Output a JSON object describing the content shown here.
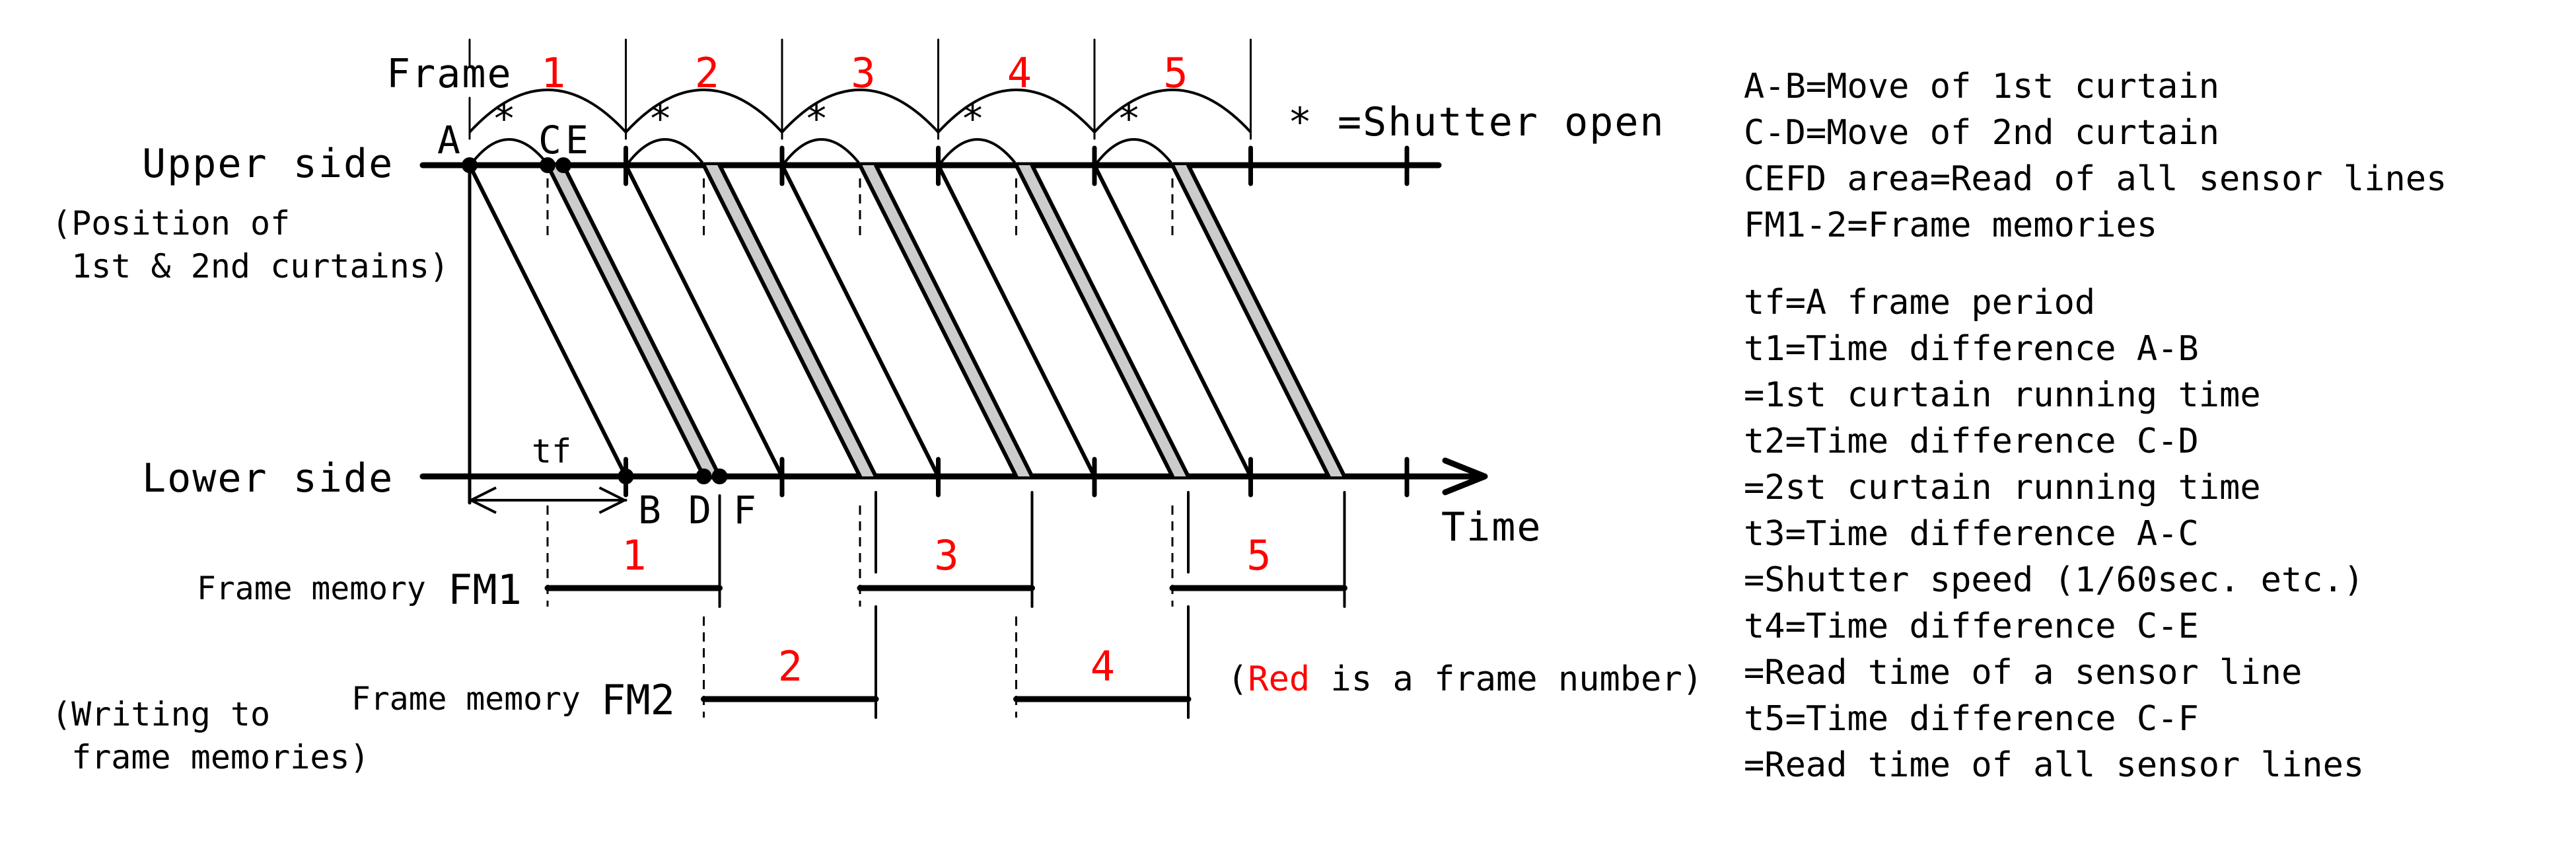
{
  "title_labels": {
    "frame": "Frame",
    "upper_side": "Upper side",
    "lower_side": "Lower side",
    "position_note_line1": "(Position of",
    "position_note_line2": " 1st & 2nd curtains)",
    "writing_note_line1": "(Writing to",
    "writing_note_line2": " frame memories)",
    "time_axis": "Time",
    "tf_label": "tf"
  },
  "frames": [
    "1",
    "2",
    "3",
    "4",
    "5"
  ],
  "shutter_mark": "*",
  "shutter_legend": {
    "symbol": "*",
    "text": "=Shutter open"
  },
  "points": {
    "A": "A",
    "B": "B",
    "C": "C",
    "D": "D",
    "E": "E",
    "F": "F"
  },
  "frame_memories": [
    {
      "prefix": "Frame memory",
      "name": "FM1",
      "frames": [
        "1",
        "3",
        "5"
      ]
    },
    {
      "prefix": "Frame memory",
      "name": "FM2",
      "frames": [
        "2",
        "4"
      ]
    }
  ],
  "red_note": {
    "open": "(",
    "red": "Red",
    "rest": " is a frame number)"
  },
  "legend_top": [
    "A-B=Move of 1st curtain",
    "C-D=Move of 2nd curtain",
    "CEFD area=Read of all sensor lines",
    "FM1-2=Frame memories"
  ],
  "legend_bottom": [
    "tf=A frame period",
    "t1=Time difference A-B",
    "  =1st curtain running time",
    "t2=Time difference C-D",
    "  =2st curtain running time",
    "t3=Time difference A-C",
    "  =Shutter speed (1/60sec. etc.)",
    "t4=Time difference C-E",
    "  =Read time of a sensor line",
    "t5=Time difference C-F",
    "  =Read time of all sensor lines"
  ],
  "colors": {
    "frame_number": "#ff0000",
    "read_band": "#cccccc",
    "line": "#000000"
  }
}
